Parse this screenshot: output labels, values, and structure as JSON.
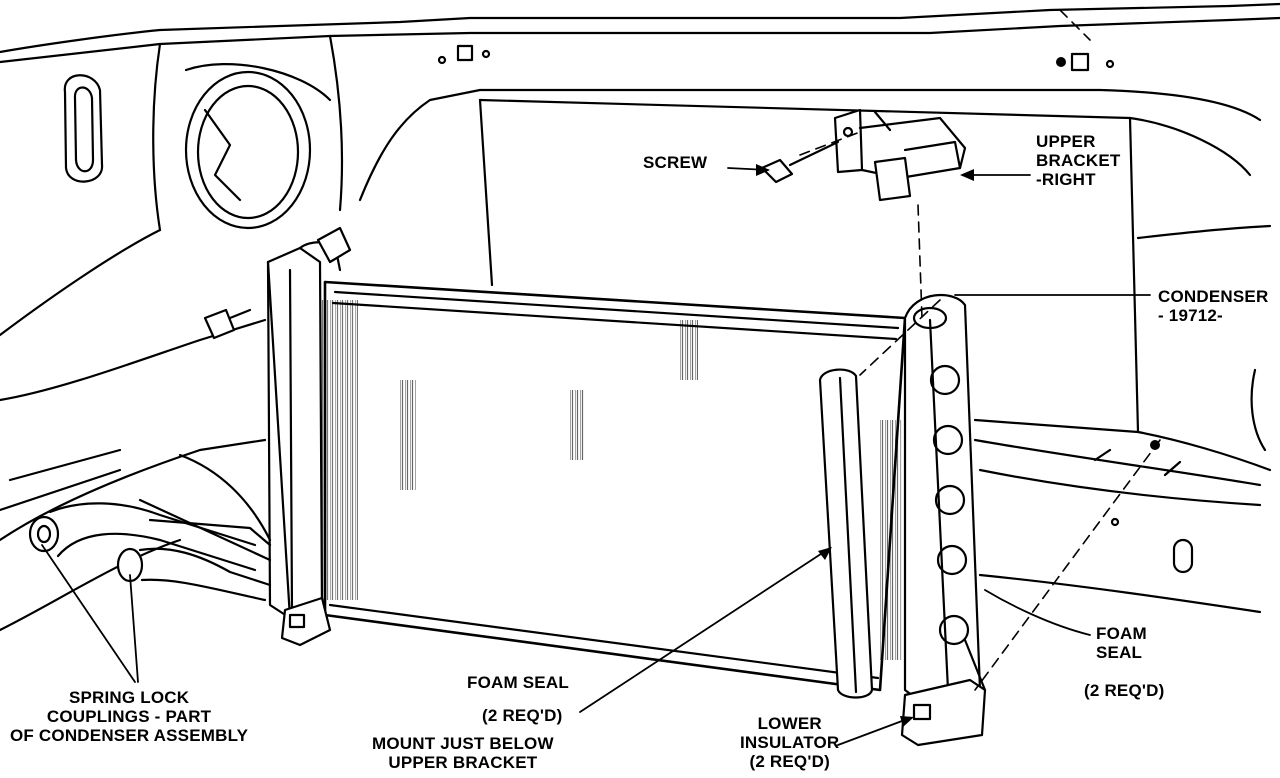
{
  "labels": {
    "screw": "SCREW",
    "upper_bracket_right": [
      "UPPER",
      "BRACKET",
      "-RIGHT"
    ],
    "condenser": [
      "CONDENSER",
      "- 19712-"
    ],
    "foam_seal_right": [
      "FOAM",
      "SEAL"
    ],
    "foam_seal_right_qty": "(2 REQ'D)",
    "foam_seal_center": "FOAM SEAL",
    "foam_seal_center_qty": "(2 REQ'D)",
    "mount_note": [
      "MOUNT JUST BELOW",
      "UPPER BRACKET"
    ],
    "lower_insulator": [
      "LOWER",
      "INSULATOR",
      "(2 REQ'D)"
    ],
    "spring_lock": [
      "SPRING LOCK",
      "COUPLINGS - PART",
      "OF CONDENSER ASSEMBLY"
    ]
  },
  "colors": {
    "ink": "#000000",
    "paper": "#ffffff"
  }
}
